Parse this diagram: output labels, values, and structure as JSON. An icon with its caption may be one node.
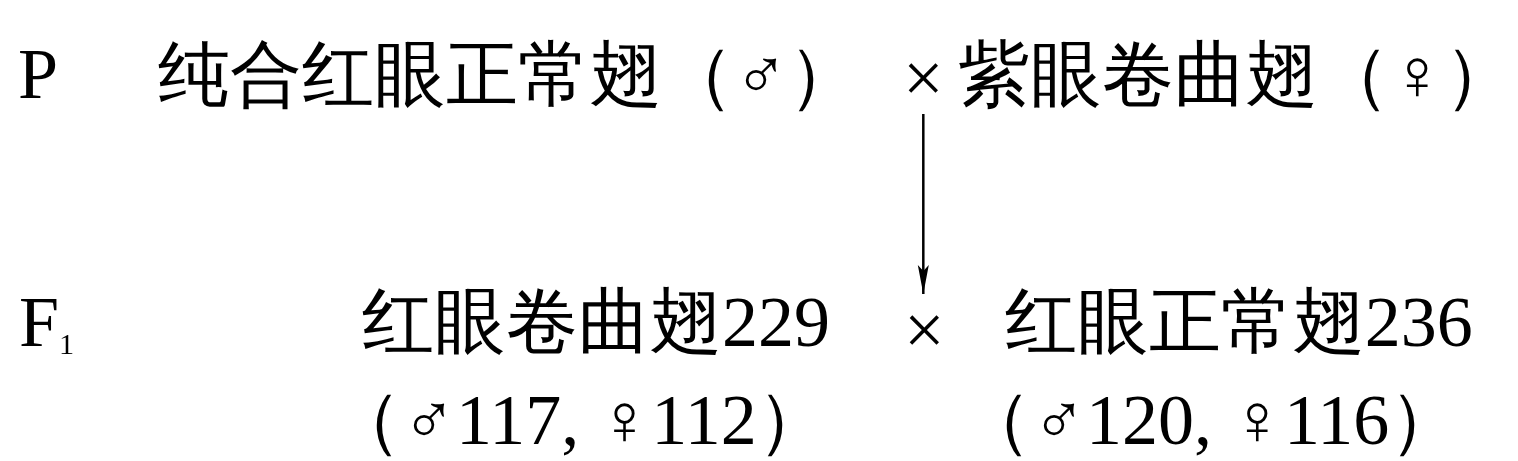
{
  "diagram": {
    "nodes": [
      {
        "text": [
          "纯合红眼正常翅（♂）"
        ]
      },
      {
        "text": [
          "×"
        ]
      },
      {
        "text": [
          "紫眼卷曲翅（♀）"
        ]
      },
      {
        "text": [
          "红眼卷曲翅229",
          "（♂117, ♀112）"
        ]
      },
      {
        "text": [
          "×"
        ]
      },
      {
        "text": [
          "红眼正常翅236",
          "（♂120, ♀116）"
        ]
      }
    ],
    "edges": [
      {
        "from": 1,
        "to": 4,
        "arrow": "to"
      }
    ],
    "labels": [
      "P",
      "F$_{1}$"
    ]
  }
}
